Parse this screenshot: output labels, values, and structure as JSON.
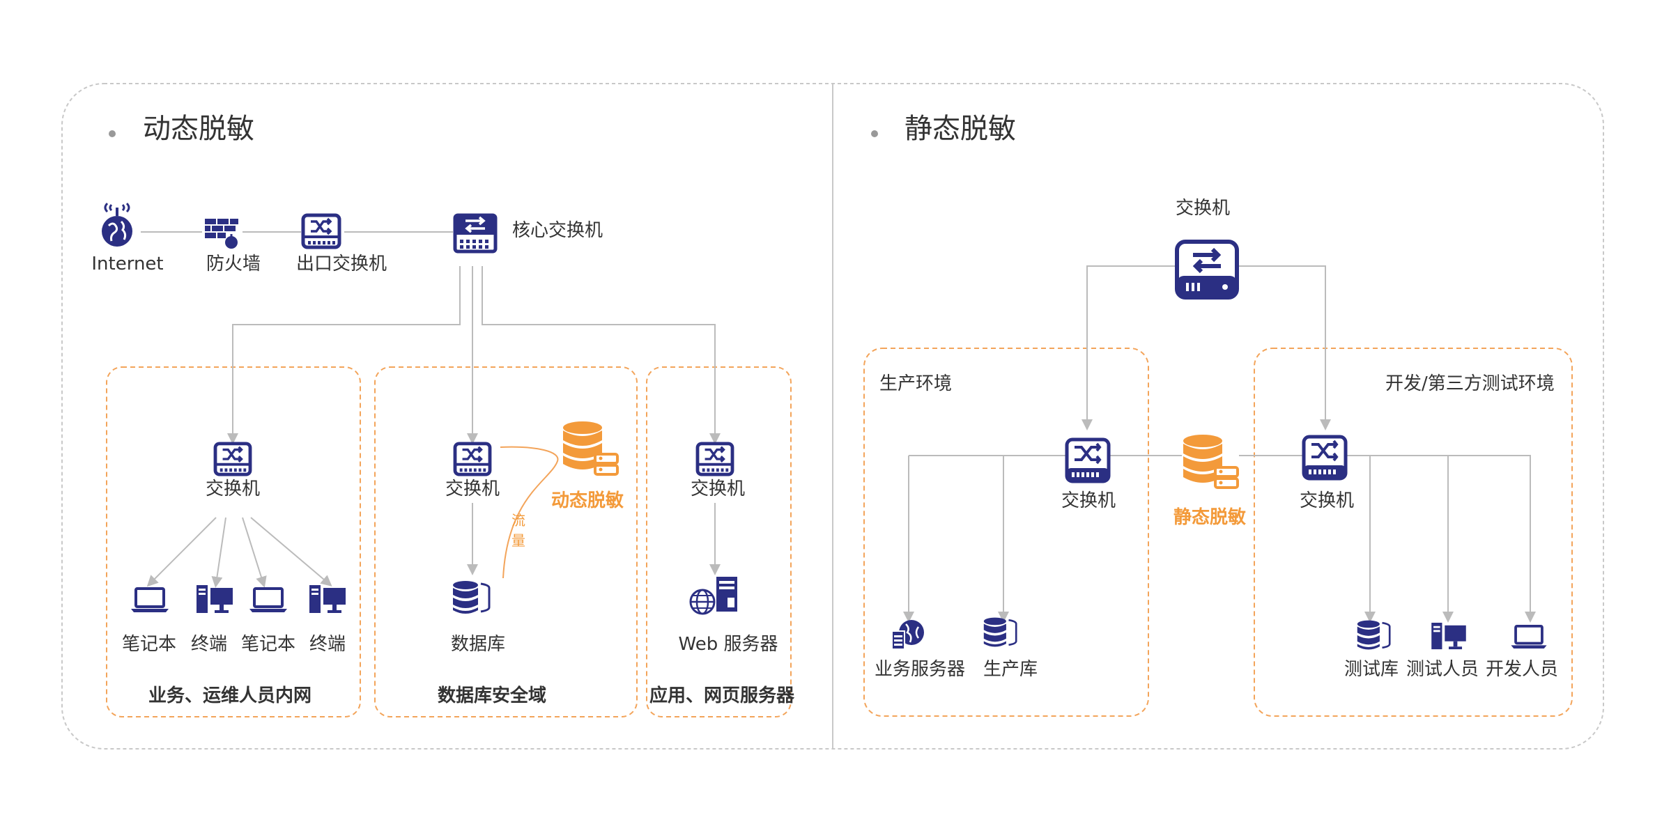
{
  "colors": {
    "navy": "#2B2F83",
    "orange": "#F39A3A",
    "line": "#BBBBBB",
    "text": "#333333",
    "bullet": "#999999"
  },
  "dynamic": {
    "title": "动态脱敏",
    "top_chain": {
      "internet": "Internet",
      "firewall": "防火墙",
      "exit_switch": "出口交换机",
      "core_switch": "核心交换机"
    },
    "zone1": {
      "name": "业务、运维人员内网",
      "switch": "交换机",
      "devices": [
        "笔记本",
        "终端",
        "笔记本",
        "终端"
      ]
    },
    "zone2": {
      "name": "数据库安全域",
      "switch": "交换机",
      "masking": "动态脱敏",
      "traffic": [
        "流",
        "量"
      ],
      "database": "数据库"
    },
    "zone3": {
      "name": "应用、网页服务器",
      "switch": "交换机",
      "server": "Web 服务器"
    }
  },
  "static": {
    "title": "静态脱敏",
    "top_switch": "交换机",
    "prod": {
      "name": "生产环境",
      "switch": "交换机",
      "items": [
        "业务服务器",
        "生产库"
      ]
    },
    "masking": "静态脱敏",
    "dev": {
      "name": "开发/第三方测试环境",
      "switch": "交换机",
      "items": [
        "测试库",
        "测试人员",
        "开发人员"
      ]
    }
  }
}
